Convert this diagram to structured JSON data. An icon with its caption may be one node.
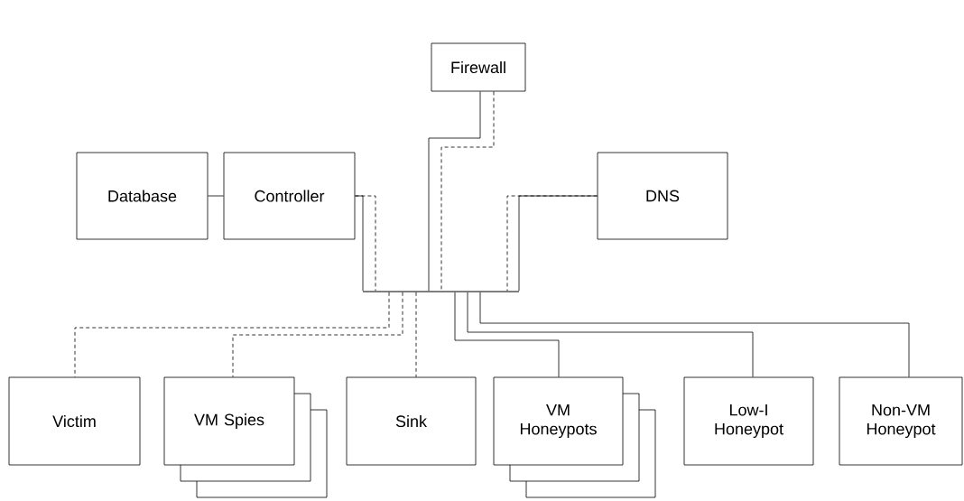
{
  "diagram": {
    "nodes": [
      {
        "text": [
          "Firewall"
        ]
      },
      {
        "text": [
          "Database"
        ]
      },
      {
        "text": [
          "Controller"
        ]
      },
      {
        "text": [
          "DNS"
        ]
      },
      {
        "text": [],
        "shape": "bar"
      },
      {
        "text": [
          "Victim"
        ]
      },
      {
        "text": [
          "VM Spies"
        ]
      },
      {
        "text": [
          "Sink"
        ]
      },
      {
        "text": [
          "VM Honeypots"
        ]
      },
      {
        "text": [
          "Low-I Honeypot"
        ]
      },
      {
        "text": [
          "Non-VM Honeypot"
        ]
      }
    ],
    "edges": [
      {
        "from": 1,
        "to": 2,
        "arrow": "none"
      },
      {
        "from": 2,
        "to": 4,
        "arrow": "none"
      },
      {
        "from": 2,
        "to": 4,
        "arrow": "none",
        "style": "dashed"
      },
      {
        "from": 0,
        "to": 4,
        "arrow": "none"
      },
      {
        "from": 0,
        "to": 4,
        "arrow": "none",
        "style": "dashed"
      },
      {
        "from": 3,
        "to": 4,
        "arrow": "none"
      },
      {
        "from": 3,
        "to": 4,
        "arrow": "none",
        "style": "dashed"
      },
      {
        "from": 4,
        "to": 5,
        "arrow": "none",
        "style": "dashed"
      },
      {
        "from": 4,
        "to": 6,
        "arrow": "none",
        "style": "dashed"
      },
      {
        "from": 4,
        "to": 7,
        "arrow": "none",
        "style": "dashed"
      },
      {
        "from": 4,
        "to": 8,
        "arrow": "none"
      },
      {
        "from": 4,
        "to": 9,
        "arrow": "none"
      },
      {
        "from": 4,
        "to": 10,
        "arrow": "none"
      }
    ]
  }
}
